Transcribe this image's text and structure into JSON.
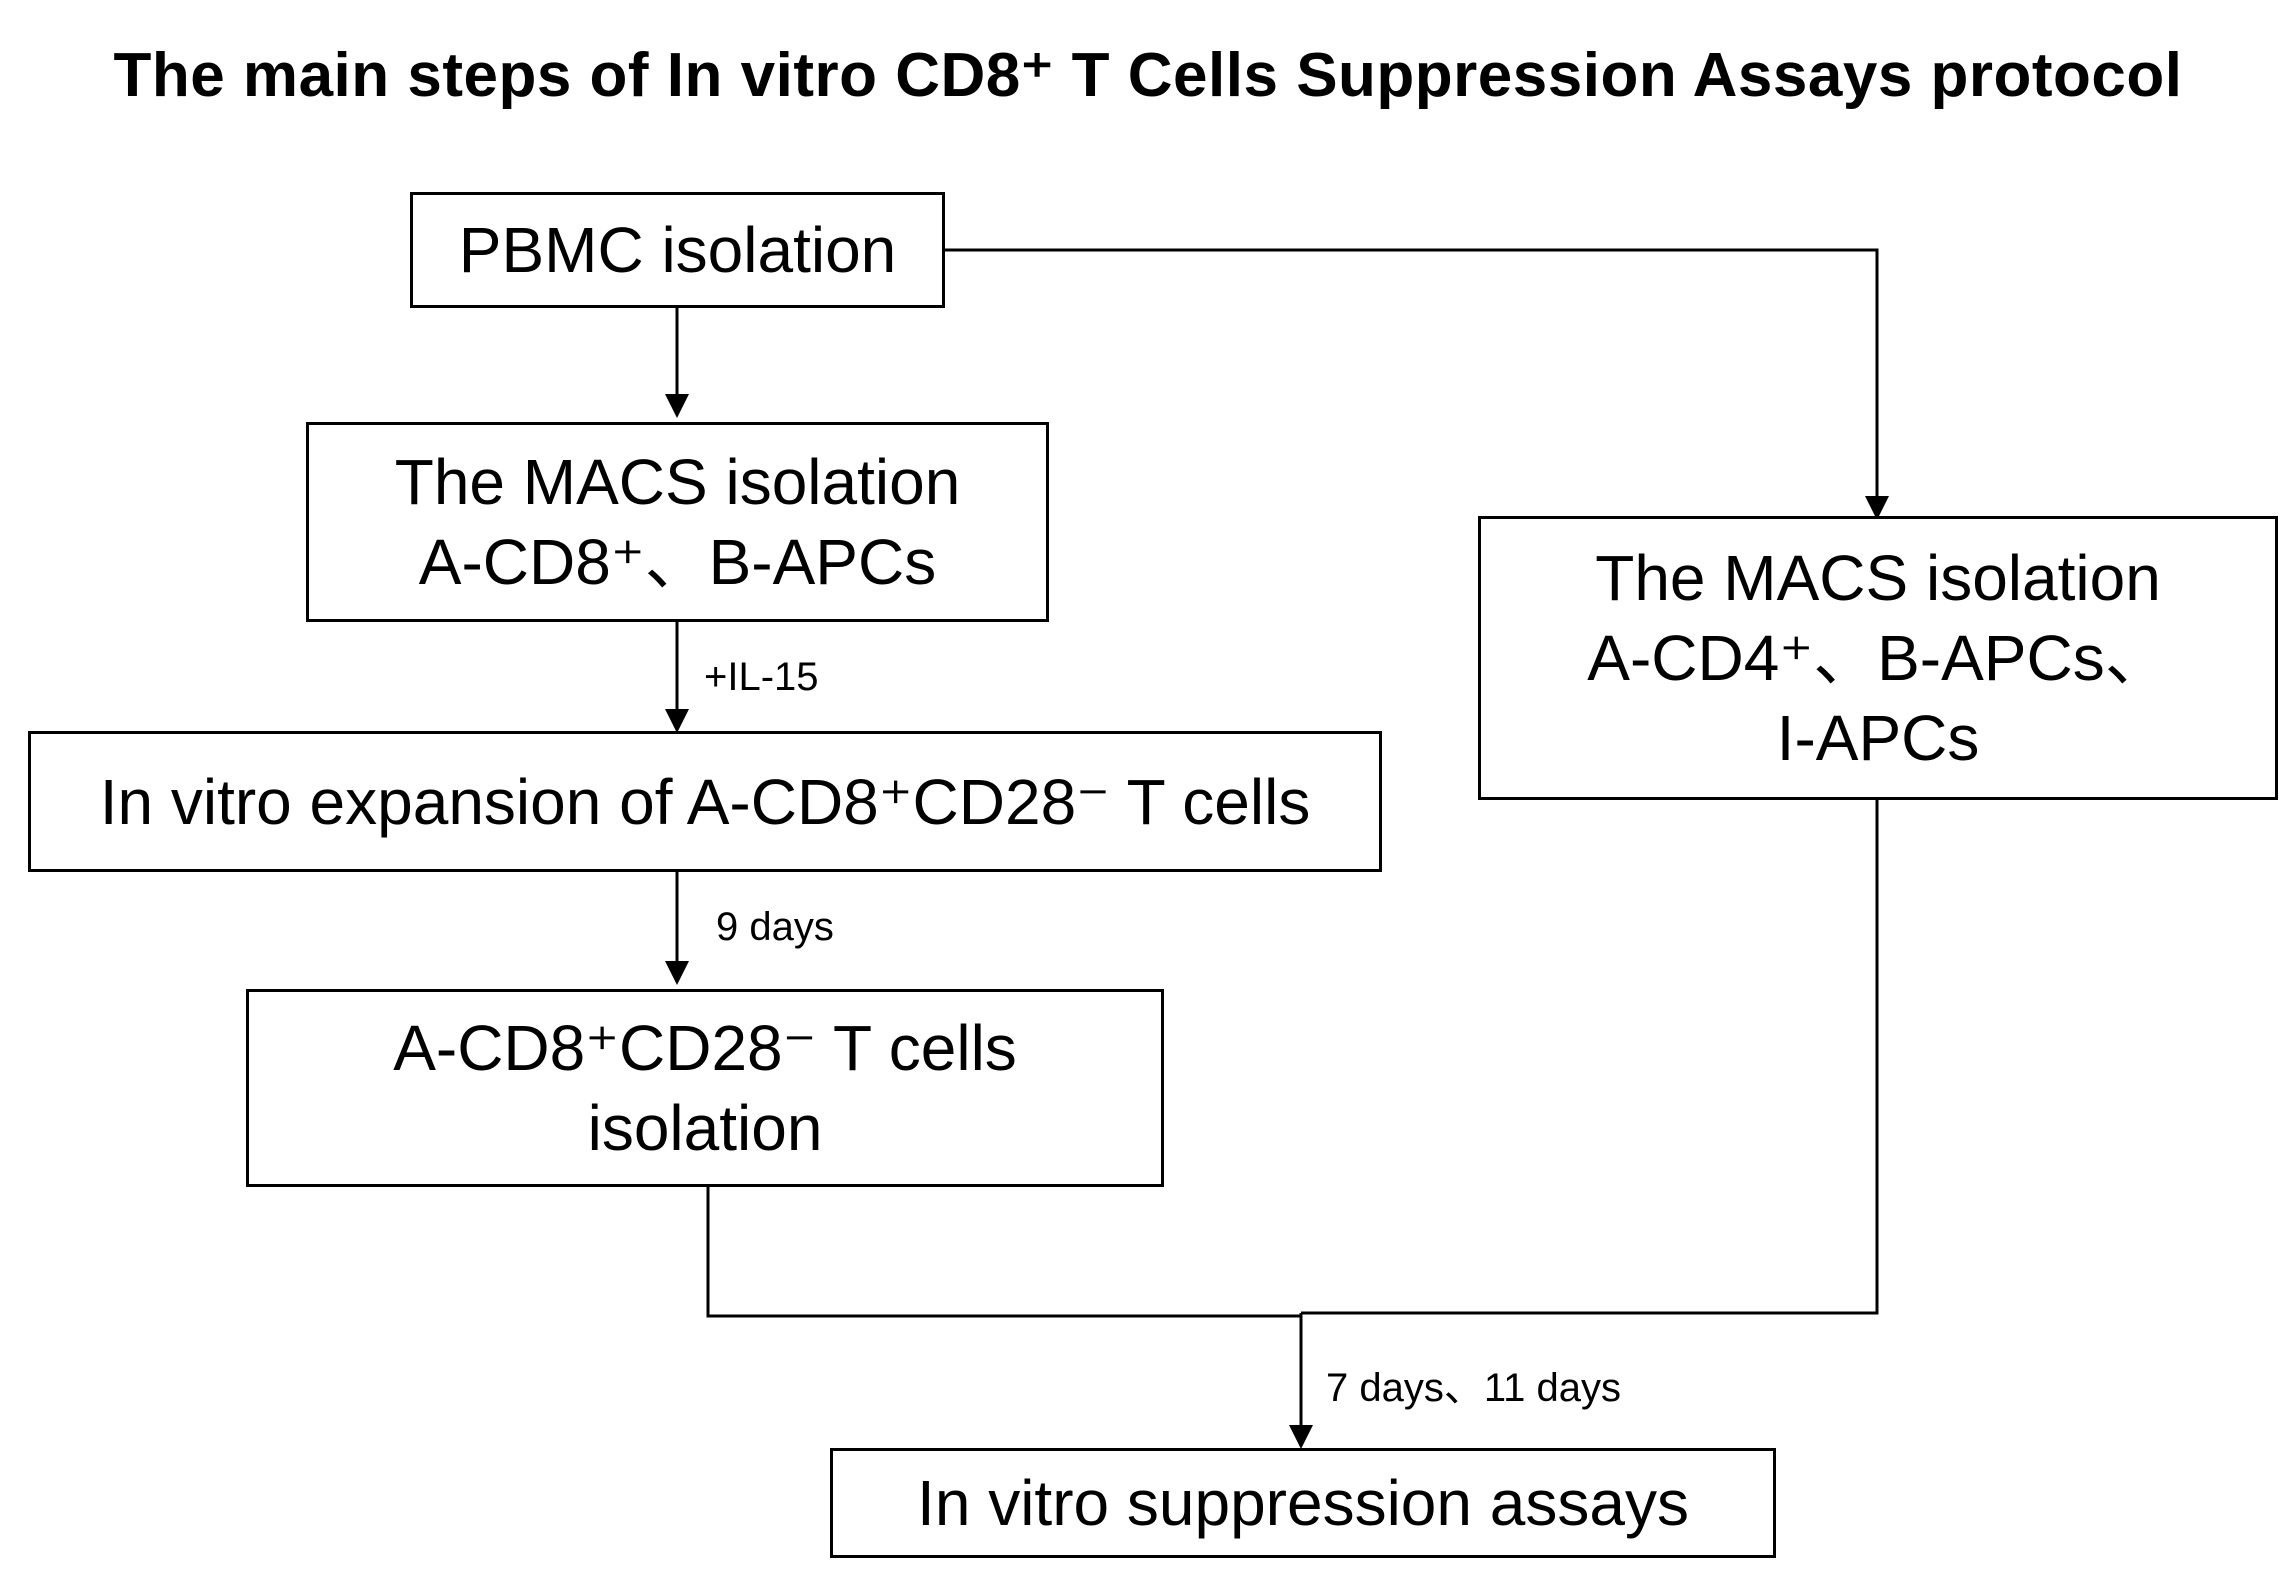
{
  "title": "The main steps of In vitro  CD8⁺ T Cells Suppression Assays protocol",
  "nodes": {
    "pbmc": {
      "lines": [
        "PBMC isolation"
      ]
    },
    "macs_cd8": {
      "lines": [
        "The MACS isolation",
        "A-CD8⁺、B-APCs"
      ]
    },
    "expansion": {
      "lines": [
        "In vitro expansion of A-CD8⁺CD28⁻ T cells"
      ]
    },
    "cd28_isolation": {
      "lines": [
        "A-CD8⁺CD28⁻ T cells",
        "isolation"
      ]
    },
    "macs_cd4": {
      "lines": [
        "The MACS isolation",
        "A-CD4⁺、B-APCs、",
        "I-APCs"
      ]
    },
    "suppression": {
      "lines": [
        "In vitro suppression assays"
      ]
    }
  },
  "edge_labels": {
    "il15": "+IL-15",
    "nine_days": "9 days",
    "assay_days": "7 days、11 days"
  }
}
